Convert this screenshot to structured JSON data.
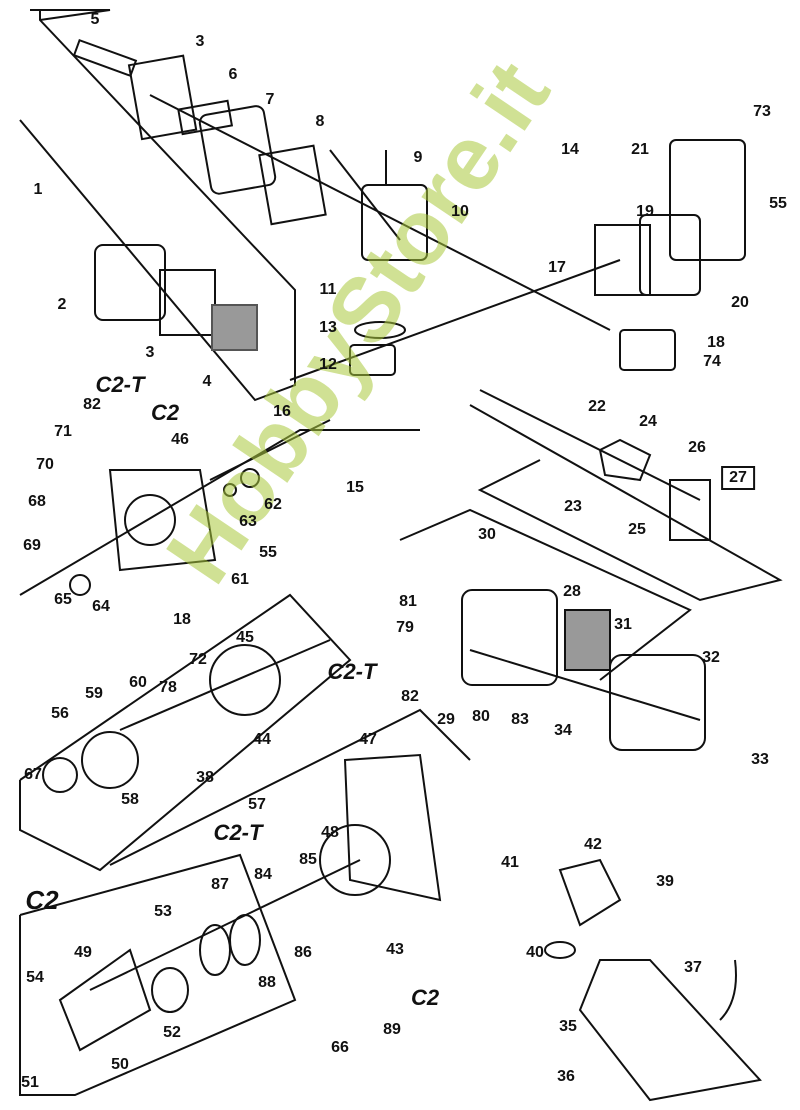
{
  "watermark": "HobbyStore.it",
  "labels": {
    "l5": "5",
    "l3a": "3",
    "l6": "6",
    "l7": "7",
    "l8": "8",
    "l9": "9",
    "l10": "10",
    "l1": "1",
    "l2": "2",
    "l3b": "3",
    "l4": "4",
    "l11": "11",
    "l13": "13",
    "l12": "12",
    "l73": "73",
    "l14": "14",
    "l21": "21",
    "l55a": "55",
    "l19": "19",
    "l17": "17",
    "l20": "20",
    "l18a": "18",
    "l74": "74",
    "c2t_a": "C2-T",
    "c2_a": "C2",
    "l82a": "82",
    "l71": "71",
    "l46": "46",
    "l16": "16",
    "l15": "15",
    "l70": "70",
    "l62": "62",
    "l63": "63",
    "l22": "22",
    "l24": "24",
    "l26": "26",
    "l27": "27",
    "l23": "23",
    "l25": "25",
    "l68": "68",
    "l69": "69",
    "l55b": "55",
    "l61": "61",
    "l30": "30",
    "l28": "28",
    "l65": "65",
    "l64": "64",
    "l18b": "18",
    "l81": "81",
    "l79": "79",
    "l31": "31",
    "l32": "32",
    "c2t_b": "C2-T",
    "l82b": "82",
    "l45": "45",
    "l72": "72",
    "l60": "60",
    "l78": "78",
    "l59": "59",
    "l56": "56",
    "l44": "44",
    "l29": "29",
    "l80": "80",
    "l83": "83",
    "l34": "34",
    "l33": "33",
    "l38": "38",
    "l67": "67",
    "l58": "58",
    "l47": "47",
    "l57": "57",
    "l48": "48",
    "c2t_c": "C2-T",
    "l85": "85",
    "l84": "84",
    "l87": "87",
    "l53": "53",
    "l86": "86",
    "l88": "88",
    "l43": "43",
    "l42": "42",
    "l41": "41",
    "l39": "39",
    "l40": "40",
    "l37": "37",
    "c2_b": "C2",
    "l49": "49",
    "l54": "54",
    "l52": "52",
    "l66": "66",
    "l89": "89",
    "c2_c": "C2",
    "l35": "35",
    "l36": "36",
    "l51": "51",
    "l50": "50"
  }
}
